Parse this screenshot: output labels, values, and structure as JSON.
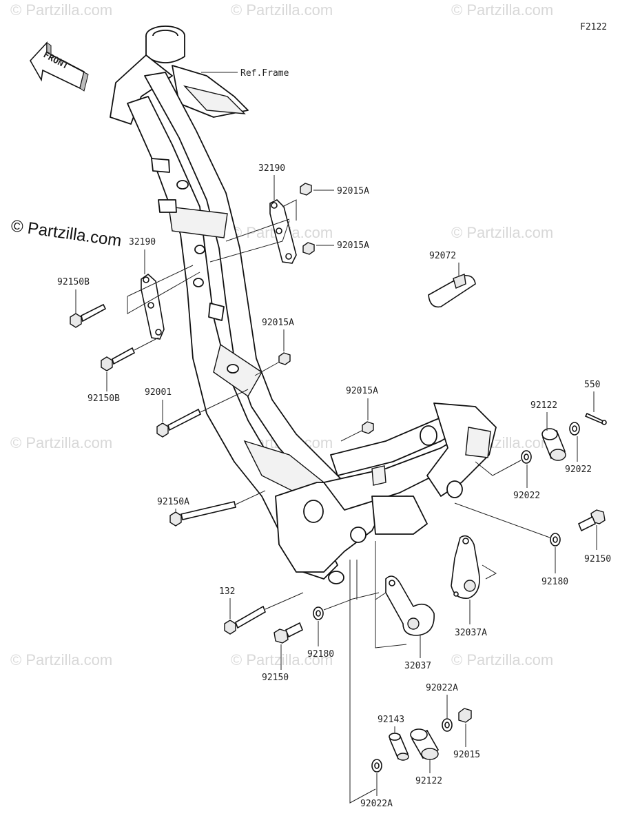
{
  "diagram": {
    "code": "F2122",
    "direction_label": "FRONT",
    "ref_label": "Ref.Frame",
    "watermark_main": "© Partzilla.com",
    "watermark_light": "© Partzilla.com",
    "parts": [
      {
        "key": "p32190a",
        "number": "32190"
      },
      {
        "key": "p92015a_1",
        "number": "92015A"
      },
      {
        "key": "p92015a_2",
        "number": "92015A"
      },
      {
        "key": "p32190b",
        "number": "32190"
      },
      {
        "key": "p92150b_1",
        "number": "92150B"
      },
      {
        "key": "p92150b_2",
        "number": "92150B"
      },
      {
        "key": "p92015a_3",
        "number": "92015A"
      },
      {
        "key": "p92001",
        "number": "92001"
      },
      {
        "key": "p92015a_4",
        "number": "92015A"
      },
      {
        "key": "p92072",
        "number": "92072"
      },
      {
        "key": "p550",
        "number": "550"
      },
      {
        "key": "p92122_top",
        "number": "92122"
      },
      {
        "key": "p92022_right",
        "number": "92022"
      },
      {
        "key": "p92022_mid",
        "number": "92022"
      },
      {
        "key": "p92150a",
        "number": "92150A"
      },
      {
        "key": "p92150_right",
        "number": "92150"
      },
      {
        "key": "p92180_right",
        "number": "92180"
      },
      {
        "key": "p132",
        "number": "132"
      },
      {
        "key": "p32037a",
        "number": "32037A"
      },
      {
        "key": "p92180_mid",
        "number": "92180"
      },
      {
        "key": "p92150_mid",
        "number": "92150"
      },
      {
        "key": "p32037",
        "number": "32037"
      },
      {
        "key": "p92022a_top",
        "number": "92022A"
      },
      {
        "key": "p92143",
        "number": "92143"
      },
      {
        "key": "p92015",
        "number": "92015"
      },
      {
        "key": "p92122_bottom",
        "number": "92122"
      },
      {
        "key": "p92022a_bottom",
        "number": "92022A"
      }
    ]
  }
}
